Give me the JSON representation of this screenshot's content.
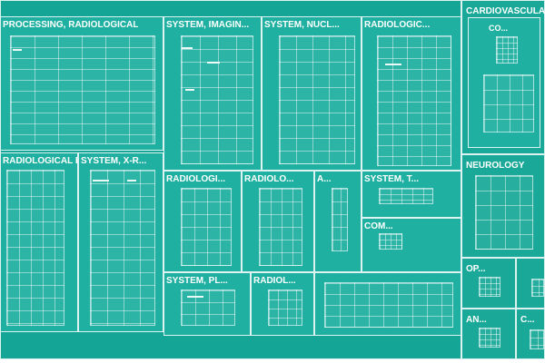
{
  "chart_data": {
    "type": "treemap",
    "title": "",
    "nodes": [
      {
        "id": "bg-left",
        "label": "",
        "value": 0
      },
      {
        "id": "processing-radiological",
        "label": "PROCESSING, RADIOLOGICAL",
        "value": 100
      },
      {
        "id": "radiological-ima",
        "label": "RADIOLOGICAL IMA...",
        "value": 80
      },
      {
        "id": "system-x-r",
        "label": "SYSTEM, X-R...",
        "value": 60
      },
      {
        "id": "system-imagin",
        "label": "SYSTEM, IMAGIN...",
        "value": 60
      },
      {
        "id": "system-nucl",
        "label": "SYSTEM, NUCL...",
        "value": 55
      },
      {
        "id": "radiologic",
        "label": "RADIOLOGIC...",
        "value": 55
      },
      {
        "id": "radiologi",
        "label": "RADIOLOGI...",
        "value": 35
      },
      {
        "id": "radiolo",
        "label": "RADIOLO...",
        "value": 30
      },
      {
        "id": "a",
        "label": "A...",
        "value": 15
      },
      {
        "id": "system-t",
        "label": "SYSTEM, T...",
        "value": 20
      },
      {
        "id": "com",
        "label": "COM...",
        "value": 22
      },
      {
        "id": "system-pl",
        "label": "SYSTEM, PL...",
        "value": 25
      },
      {
        "id": "radiol",
        "label": "RADIOL...",
        "value": 18
      },
      {
        "id": "cardiovascular",
        "label": "CARDIOVASCULA...",
        "value": 60
      },
      {
        "id": "co",
        "label": "CO...",
        "value": 55
      },
      {
        "id": "neurology",
        "label": "NEUROLOGY",
        "value": 45
      },
      {
        "id": "op",
        "label": "OP...",
        "value": 12
      },
      {
        "id": "an",
        "label": "AN...",
        "value": 9
      },
      {
        "id": "c",
        "label": "C...",
        "value": 8
      }
    ]
  }
}
